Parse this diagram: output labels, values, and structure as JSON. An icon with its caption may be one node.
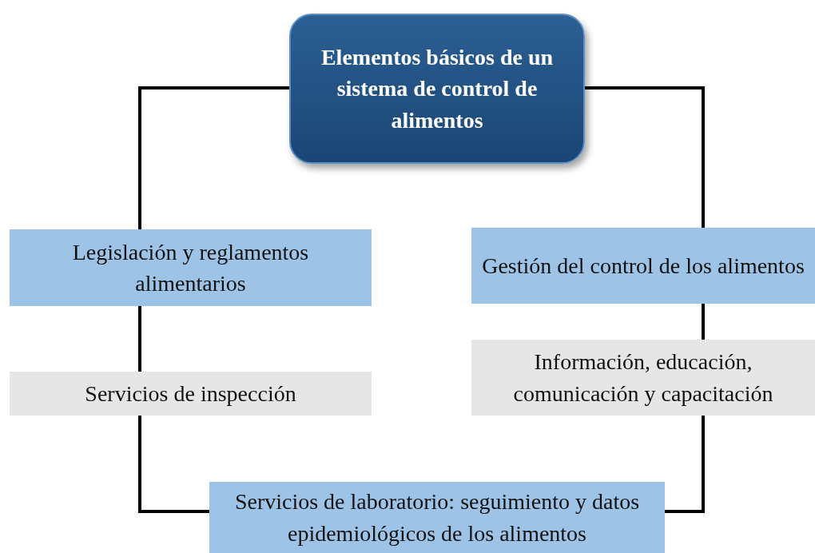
{
  "diagram": {
    "nodes": [
      {
        "text": [
          "Elementos básicos de un sistema de control de alimentos"
        ]
      },
      {
        "text": [
          "Legislación y reglamentos alimentarios"
        ]
      },
      {
        "text": [
          "Servicios de inspección"
        ]
      },
      {
        "text": [
          "Gestión del control de los alimentos"
        ]
      },
      {
        "text": [
          "Información, educación, comunicación y capacitación"
        ]
      },
      {
        "text": [
          "Servicios de laboratorio: seguimiento y datos epidemiológicos de los alimentos"
        ]
      }
    ],
    "edges": [
      {
        "from": 0,
        "to": 1,
        "arrow": "none"
      },
      {
        "from": 1,
        "to": 2,
        "arrow": "none"
      },
      {
        "from": 2,
        "to": 5,
        "arrow": "none"
      },
      {
        "from": 0,
        "to": 3,
        "arrow": "none"
      },
      {
        "from": 3,
        "to": 4,
        "arrow": "none"
      },
      {
        "from": 4,
        "to": 5,
        "arrow": "none"
      }
    ]
  }
}
